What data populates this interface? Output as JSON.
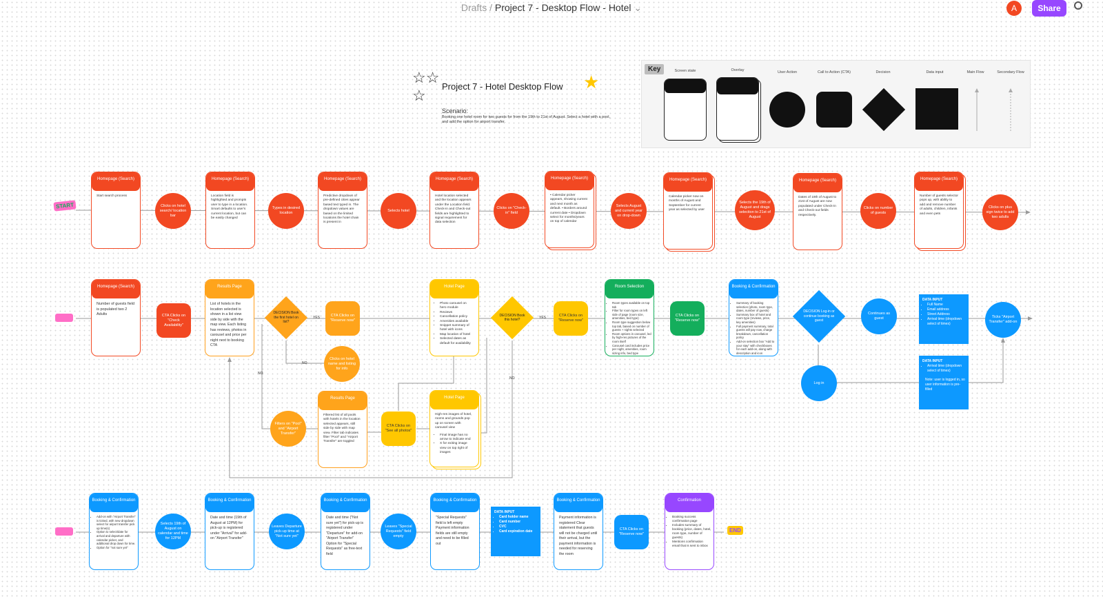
{
  "header": {
    "drafts": "Drafts",
    "sep": "/",
    "file": "Project 7 - Desktop Flow - Hotel",
    "chev": "⌄",
    "avatar": "A",
    "share": "Share"
  },
  "doc": {
    "title": "Project 7  - Hotel Desktop Flow",
    "scenario_label": "Scenario:",
    "scenario": "Booking one hotel room for two guests for from the 19th to 21st of August. Select a hotel with a pool, and add the option for airport transfer."
  },
  "key": {
    "title": "Key",
    "items": [
      "Screen state",
      "Overlay",
      "User Action",
      "Call to Action (CTA)",
      "Decision",
      "Data input",
      "Main Flow",
      "Secondary Flow"
    ]
  },
  "markers": {
    "start": "START",
    "end": "END"
  },
  "row1": {
    "s1": {
      "title": "Homepage (Search)",
      "body": "Start search process"
    },
    "a1": "Clicks on hotel search/ location bar",
    "s2": {
      "title": "Homepage (Search)",
      "body": "Location field is highlighted and prompts user to type in a location. Smart defaults to user's current location, but can be easily changed"
    },
    "a2": "Types in desired location",
    "s3": {
      "title": "Homepage (Search)",
      "body": "Predictive dropdown of pre-defined cities appear based text typed in. The dropdown values are based on the limited locations the hotel chain is present in"
    },
    "a3": "Selects hotel",
    "s4": {
      "title": "Homepage (Search)",
      "body": "Hotel location selected and the location appears under the Location field. Check-in and Check-out fields are highlighted to signal requirement for data selection"
    },
    "a4": "Clicks on \"Check-in\" field",
    "s5": {
      "title": "Homepage (Search)",
      "body": "• Calendar picker appears, showing current and next month as default. • Borders around current date • Dropdown select for months/years on top of calendar"
    },
    "a5": "Selects August and current year on drop-down",
    "s6": {
      "title": "Homepage (Search)",
      "body": "Calendar picker now on months of August and September for current year as selected by user"
    },
    "a6": "Selects the 19th of August and drags selection to 21st of August",
    "s7": {
      "title": "Homepage (Search)",
      "body": "Dates of 19th of August to 21st of August are now populated under Check-in and Check-out fields respectively."
    },
    "a7": "Clicks on number of guests",
    "s8": {
      "title": "Homepage (Search)",
      "body": "Number of guests selector pops up, with ability to add and remove number of adults, children, infants and even pets"
    },
    "a8": "Clicks on plus sign twice to add two adults"
  },
  "row2": {
    "s1": {
      "title": "Homepage (Search)",
      "body": "Number of guests field is populated two 2 Adults"
    },
    "cta1": "CTA Clicks on \"Check Availability\"",
    "s2": {
      "title": "Results Page",
      "body": "List of hotels in the location selected is shown in a list view side by side with the map view. Each listing has reviews, photos in carousel and price per night next to booking CTA"
    },
    "d1": "DECISION Book the first hotel on list?",
    "yes": "YES",
    "no": "NO",
    "cta2": "CTA Clicks on \"Reserve now\"",
    "a_click_name": "Clicks on hotel name and listing for info",
    "a_filters": "Filters on \"Pool\" and \"Airport Transfer\"",
    "s3": {
      "title": "Results Page",
      "body": "Filtered list of all pools with hotels in the location selected appears, still side by side with map view. Filter tab indicates filter \"Pool\" and \"Airport Transfer\" are toggled"
    },
    "cta_photos": "CTA Clicks on \"See all photos\"",
    "s4": {
      "title": "Hotel Page",
      "items": [
        "Photo carousel on hero module",
        "Reviews",
        "Cancellation policy",
        "Amenities available",
        "Snippet summary of hotel with icons",
        "Map location of hotel",
        "Selected dates as default for availability"
      ]
    },
    "s5": {
      "title": "Hotel Page",
      "body": "High-res images of hotel, rooms and grounds pop up on screen with carousel view",
      "items": [
        "Final image has no arrow to indicate end",
        "X for exiting image view on top right of images"
      ]
    },
    "d2": "DECISION Book this hotel?",
    "cta3": "CTA Clicks on \"Reserve now\"",
    "s6": {
      "title": "Room Selection",
      "items": [
        "Room types available on top tab",
        "Filter for room types on left side of page (room size, amenities, bed type)",
        "Room type suggestion below top tab, based on number of guests + nights selected",
        "Room options in carousel, led by high-res pictures of the room itself",
        "Carousel card includes price per night, amenities, room sizing info, bed type"
      ]
    },
    "cta4": "CTA Clicks on \"Reserve now\"",
    "s7": {
      "title": "Booking & Confirmation",
      "items": [
        "Summary of booking selection (photo, room type, dates, number of guests)",
        "Summary box of hotel and room type (reviews, price, key amenities)",
        "Full payment summary, total guests will pay now, charge breakdown, cancellation policy",
        "Add-on selection box \"Add to your stay\" with checkboxes for each add-on, along with description and icon"
      ]
    },
    "d3": "DECISION Log-in or continue booking as guest",
    "a_guest": "Continues as guest",
    "a_login": "Log in",
    "di1": {
      "title": "DATA INPUT",
      "items": [
        "Full Name",
        "Email address",
        "Street Address",
        "Arrival time (dropdown select of times)"
      ]
    },
    "di2": {
      "title": "DATA INPUT",
      "items": [
        "Arrival time (dropdown select of times)"
      ],
      "note": "Note: user is logged in, so user information is pre-filled"
    },
    "a_ticks": "Ticks \"Airport Transfer\" add-on"
  },
  "row3": {
    "s1": {
      "title": "Booking & Confirmation",
      "items": [
        "Add-on with \"Airport Transfer\" is ticked, with new dropdown select for airport transfer pick up time(s)",
        "Option to select/date for arrival and departure with calendar picker, and additional drop down for time.",
        "Option for \"not sure yet\""
      ]
    },
    "a1": "Selects 19th of August on calendar and time for 12PM",
    "s2": {
      "title": "Booking & Confirmation",
      "body": "Date and time (19th of August at 12PM) for pick-up is registered under \"Arrival\" for add-on \"Airport Transfer\""
    },
    "a2": "Leaves Departure pick-up time at \"Not sure yet\"",
    "s3": {
      "title": "Booking & Confirmation",
      "body": "Date and time (\"Not sure yet\") for pick-up is registered under \"Departure\" for add-on \"Airport Transfer\"  Option for \"Special Requests\" as free-text field"
    },
    "a3": "Leaves \"Special Requests\" field empty",
    "s4": {
      "title": "Booking & Confirmation",
      "body": "\"Special Requests\" field is left empty  Payment information fields are still empty and need to be filled out"
    },
    "di": {
      "title": "DATA INPUT",
      "items": [
        "Card holder name",
        "Card number",
        "CVC",
        "Card expiration date"
      ]
    },
    "s5": {
      "title": "Booking & Confirmation",
      "body": "Payment information is registered  Clear statement that guests will not be charged until their arrival, but the payment information is needed for reserving the room"
    },
    "cta": "CTA Clicks on \"Reserve now\"",
    "s6": {
      "title": "Confirmation",
      "items": [
        "Booking success confirmation page",
        "Includes summary of booking (price, dates, hotel, room type, number of guests)",
        "Mentions confirmation email that is sent to inbox"
      ]
    }
  },
  "colors": {
    "red": "#f24822",
    "orange": "#ffa41b",
    "yellow": "#ffc700",
    "green": "#14ae5c",
    "blue": "#0d99ff",
    "purple": "#9747ff"
  }
}
